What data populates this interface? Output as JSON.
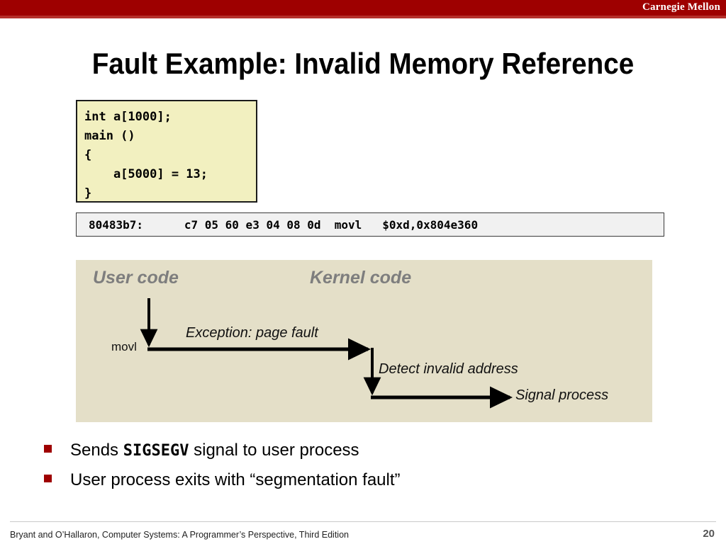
{
  "brand": {
    "name": "Carnegie Mellon",
    "bar_color": "#9E0000",
    "underline_color": "#B5302B"
  },
  "title": "Fault Example: Invalid Memory Reference",
  "code_box": {
    "background": "#F2F0C0",
    "border_color": "#1b1b1b",
    "lines": [
      "int a[1000];",
      "main ()",
      "{",
      "    a[5000] = 13;",
      "}"
    ]
  },
  "disassembly": {
    "background": "#F1F1F1",
    "text": "80483b7:      c7 05 60 e3 04 08 0d  movl   $0xd,0x804e360",
    "address": "80483b7:",
    "bytes": "c7 05 60 e3 04 08 0d",
    "mnemonic": "movl",
    "operands": "$0xd,0x804e360"
  },
  "diagram": {
    "background": "#E4DFC8",
    "heading_color": "#7E7E7E",
    "user_code": "User code",
    "kernel_code": "Kernel code",
    "instruction_label": "movl",
    "exception_label": "Exception: page fault",
    "detect_label": "Detect invalid address",
    "signal_label": "Signal process"
  },
  "bullets": [
    {
      "prefix": "Sends ",
      "mono": "SIGSEGV",
      "suffix": " signal to user process"
    },
    {
      "prefix": "User process exits with “segmentation fault”",
      "mono": "",
      "suffix": ""
    }
  ],
  "footer": {
    "citation": "Bryant and O’Hallaron, Computer Systems: A Programmer’s Perspective, Third Edition",
    "page_number": "20"
  }
}
